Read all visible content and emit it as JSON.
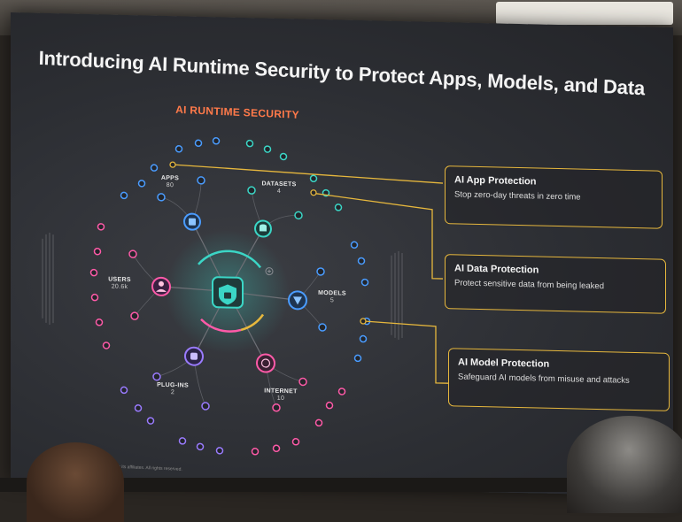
{
  "slide": {
    "title": "Introducing AI Runtime Security to Protect Apps, Models, and Data",
    "diagram_title": "AI RUNTIME SECURITY",
    "footer": "© 2024, Amazon Web Services, Inc. or its affiliates. All rights reserved."
  },
  "nodes": {
    "apps": {
      "label": "APPS",
      "count": "80"
    },
    "datasets": {
      "label": "DATASETS",
      "count": "4"
    },
    "users": {
      "label": "USERS",
      "count": "20.6k"
    },
    "models": {
      "label": "MODELS",
      "count": "5"
    },
    "plugins": {
      "label": "PLUG-INS",
      "count": "2"
    },
    "internet": {
      "label": "INTERNET",
      "count": "10"
    }
  },
  "callouts": [
    {
      "title": "AI App Protection",
      "description": "Stop zero-day threats in zero time"
    },
    {
      "title": "AI Data Protection",
      "description": "Protect sensitive data from being leaked"
    },
    {
      "title": "AI Model Protection",
      "description": "Safeguard AI models from misuse and attacks"
    }
  ],
  "colors": {
    "accent_orange": "#ff7a4a",
    "callout_border": "#e6b73d",
    "hub_teal": "#3bd6c6",
    "hub_blue": "#4a9cff",
    "hub_pink": "#ff5aa8",
    "hub_purple": "#9a7bff"
  },
  "icons": [
    "shield-lock-icon",
    "app-icon",
    "database-icon",
    "user-icon",
    "model-icon",
    "plugin-icon",
    "globe-icon",
    "plus-icon"
  ]
}
